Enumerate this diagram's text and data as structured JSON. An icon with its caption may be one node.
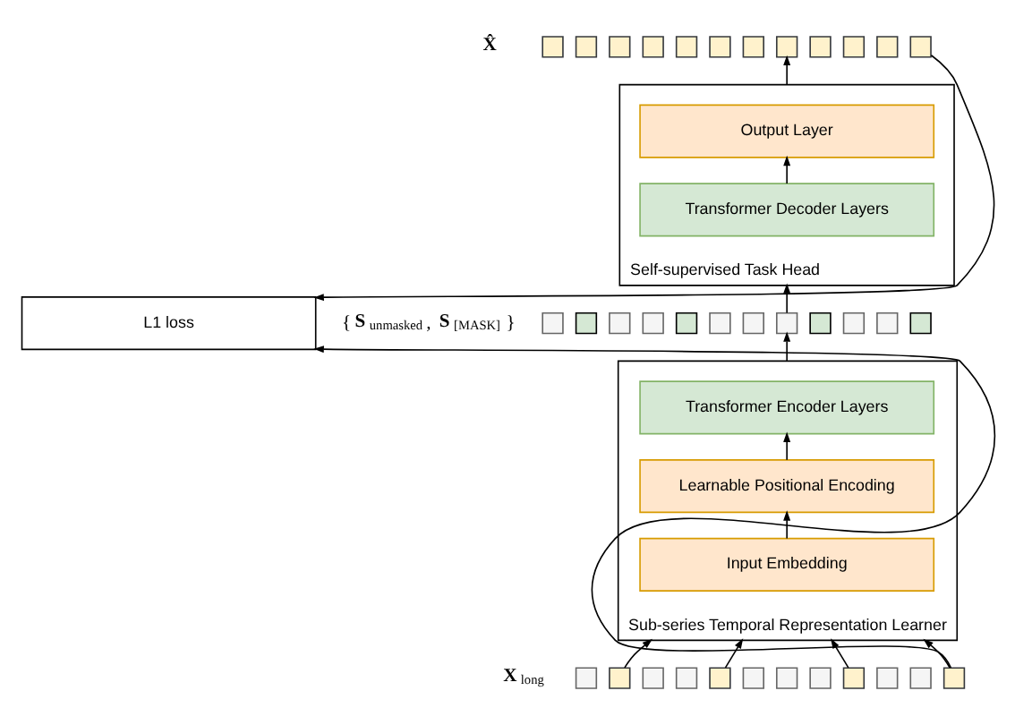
{
  "diagram": {
    "nodes": [
      {
        "text": [],
        "shape": "box"
      },
      {
        "text": [],
        "shape": "box"
      },
      {
        "text": [],
        "shape": "box"
      },
      {
        "text": [],
        "shape": "box"
      },
      {
        "text": [],
        "shape": "box"
      },
      {
        "text": [],
        "shape": "box"
      },
      {
        "text": [],
        "shape": "box"
      },
      {
        "text": [],
        "shape": "box"
      },
      {
        "text": [],
        "shape": "box"
      },
      {
        "text": [],
        "shape": "box"
      },
      {
        "text": [],
        "shape": "box"
      },
      {
        "text": [],
        "shape": "box"
      },
      {
        "text": [
          "Self-supervised Task Head"
        ]
      },
      {
        "text": [
          "Output Layer"
        ],
        "in": 12
      },
      {
        "text": [
          "Transformer Decoder Layers"
        ],
        "in": 12
      },
      {
        "text": [],
        "shape": "box"
      },
      {
        "text": [],
        "shape": "box"
      },
      {
        "text": [],
        "shape": "box"
      },
      {
        "text": [],
        "shape": "box"
      },
      {
        "text": [],
        "shape": "box"
      },
      {
        "text": [],
        "shape": "box"
      },
      {
        "text": [],
        "shape": "box"
      },
      {
        "text": [],
        "shape": "box"
      },
      {
        "text": [],
        "shape": "box"
      },
      {
        "text": [],
        "shape": "box"
      },
      {
        "text": [],
        "shape": "box"
      },
      {
        "text": [],
        "shape": "box"
      },
      {
        "text": [
          "L1 loss"
        ]
      },
      {
        "text": [
          "Sub-series Temporal Representation Learner"
        ]
      },
      {
        "text": [
          "Transformer Encoder Layers"
        ],
        "in": 28
      },
      {
        "text": [
          "Learnable Positional Encoding"
        ],
        "in": 28
      },
      {
        "text": [
          "Input Embedding"
        ],
        "in": 28
      },
      {
        "text": [],
        "shape": "box"
      },
      {
        "text": [],
        "shape": "box"
      },
      {
        "text": [],
        "shape": "box"
      },
      {
        "text": [],
        "shape": "box"
      },
      {
        "text": [],
        "shape": "box"
      },
      {
        "text": [],
        "shape": "box"
      },
      {
        "text": [],
        "shape": "box"
      },
      {
        "text": [],
        "shape": "box"
      },
      {
        "text": [],
        "shape": "box"
      },
      {
        "text": [],
        "shape": "box"
      },
      {
        "text": [],
        "shape": "box"
      },
      {
        "text": [],
        "shape": "box"
      }
    ],
    "edges": [
      {
        "from": 33,
        "to": 28,
        "arrow": "to"
      },
      {
        "from": 36,
        "to": 28,
        "arrow": "to"
      },
      {
        "from": 40,
        "to": 28,
        "arrow": "to"
      },
      {
        "from": 43,
        "to": 28,
        "arrow": "to"
      },
      {
        "from": 31,
        "to": 30,
        "arrow": "to"
      },
      {
        "from": 30,
        "to": 29,
        "arrow": "to"
      },
      {
        "from": 28,
        "to": 22,
        "arrow": "to"
      },
      {
        "from": 22,
        "to": 12,
        "arrow": "to"
      },
      {
        "from": 14,
        "to": 13,
        "arrow": "to"
      },
      {
        "from": 12,
        "to": 7,
        "arrow": "to"
      },
      {
        "from": 11,
        "to": 27,
        "arrow": "to"
      },
      {
        "from": 43,
        "to": 27,
        "arrow": "to"
      }
    ],
    "labels": [
      "X̂",
      "{**S**$_{unmasked}$, **S**$_{[MASK]}$}",
      "**X**$_{long}$"
    ]
  }
}
